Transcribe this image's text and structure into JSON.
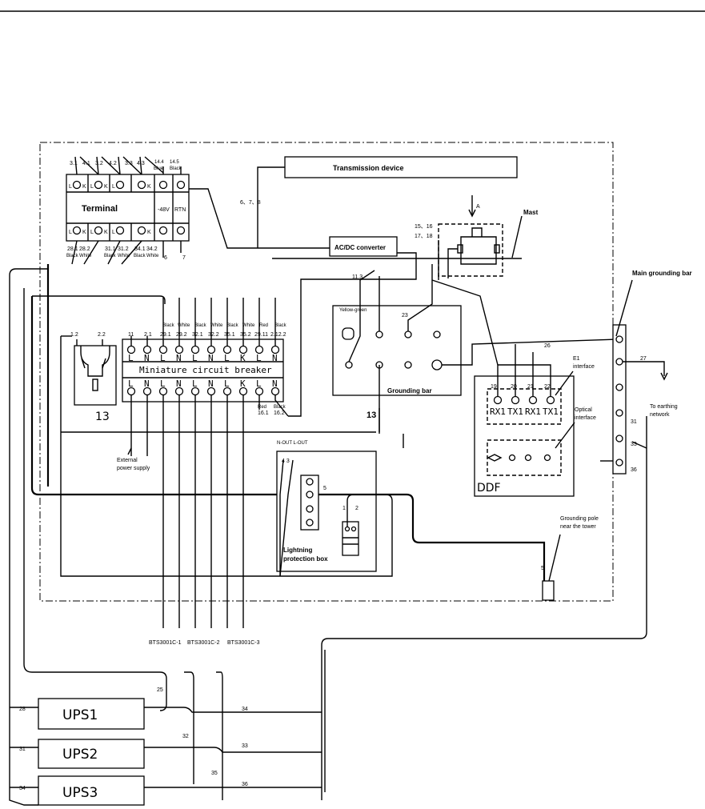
{
  "terminal_block": {
    "top_labels": [
      "3.1",
      "4.1",
      "3.2",
      "4.2",
      "3.3",
      "4.3",
      "14.4",
      "14.5"
    ],
    "top_sub": [
      "Blue",
      "Black"
    ],
    "pins_top": [
      "L",
      "K",
      "L",
      "K",
      "L",
      "K"
    ],
    "title": "Terminal",
    "v48": "-48V",
    "rtn": "RTN",
    "pins_bottom": [
      "L",
      "K",
      "L",
      "K",
      "L",
      "K"
    ],
    "bottom_labels": [
      "28.1",
      "28.2",
      "31.1",
      "31.2",
      "34.1",
      "34.2"
    ],
    "bottom_sub": [
      "Black",
      "White",
      "Black",
      "White",
      "Black",
      "White"
    ],
    "wire6": "6",
    "wire7": "7"
  },
  "transmission_device": "Transmission device",
  "wires_6_7_8": "6、7、8",
  "acdc_converter": "AC/DC converter",
  "arrow_a": "A",
  "mast_labels": [
    "15、16",
    "17、18"
  ],
  "mast": "Mast",
  "main_grounding_bar": "Main grounding bar",
  "yg_label": "11.3",
  "yg_sub": "Yellow-green",
  "grounding_bar": "Grounding bar",
  "wire23": "23",
  "wire13": "13",
  "wire26": "26",
  "wire27": "27",
  "mcb": {
    "title": "Miniature circuit breaker",
    "top_labels": [
      "11",
      "2.1",
      "29.1",
      "29.2",
      "32.1",
      "32.2",
      "35.1",
      "35.2",
      "29.11",
      "2.12.2"
    ],
    "top_sub": [
      "Black",
      "White",
      "Black",
      "White",
      "Black",
      "White",
      "Red",
      "Black"
    ],
    "pins_top": [
      "L",
      "N",
      "L",
      "N",
      "L",
      "N",
      "L",
      "K",
      "L",
      "N"
    ],
    "pins_bottom": [
      "L",
      "N",
      "L",
      "N",
      "L",
      "N",
      "L",
      "K",
      "L",
      "N"
    ],
    "bottom_labels": [
      "16.1",
      "16.2"
    ],
    "bottom_sub": [
      "Red",
      "Black"
    ]
  },
  "socket_labels": [
    "1.2",
    "2.2"
  ],
  "socket_num": "13",
  "external_power": [
    "External",
    "power supply"
  ],
  "lightning": {
    "header": "N-OUT L-OUT",
    "pins": "4  3",
    "pin5": "5",
    "pin1": "1",
    "pin2": "2",
    "title": [
      "Lightning",
      "protection box"
    ],
    "wire5": "5"
  },
  "e1": {
    "title": [
      "E1",
      "interface"
    ],
    "nums": [
      "19",
      "20",
      "21",
      "22"
    ],
    "ports": [
      "RX1",
      "TX1",
      "RX1",
      "TX1"
    ],
    "optical": [
      "Optical",
      "interface"
    ],
    "ddf": "DDF"
  },
  "grounding_pole": [
    "Grounding pole",
    "near the tower"
  ],
  "earthing": [
    "To earthing",
    "network"
  ],
  "bus_labels": [
    "31",
    "33",
    "36"
  ],
  "bts": [
    "BTS3001C-1",
    "BTS3001C-2",
    "BTS3001C-3"
  ],
  "ups": [
    "UPS1",
    "UPS2",
    "UPS3"
  ],
  "ups_left": [
    "28",
    "31",
    "34"
  ],
  "ups_right": [
    "34",
    "33",
    "36"
  ],
  "ups_mid": [
    "25",
    "32",
    "35"
  ]
}
